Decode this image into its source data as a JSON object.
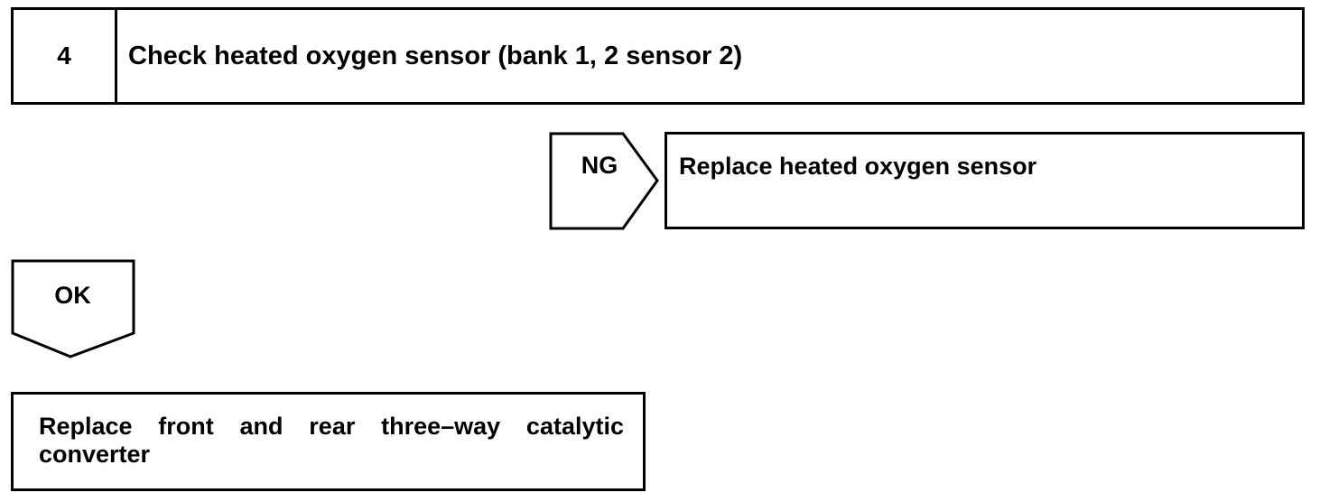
{
  "step": {
    "number": "4",
    "title": "Check heated oxygen sensor (bank 1, 2 sensor 2)"
  },
  "ng_branch": {
    "label": "NG",
    "action": "Replace heated oxygen sensor"
  },
  "ok_branch": {
    "label": "OK",
    "action": "Replace front and rear three–way catalytic converter"
  }
}
